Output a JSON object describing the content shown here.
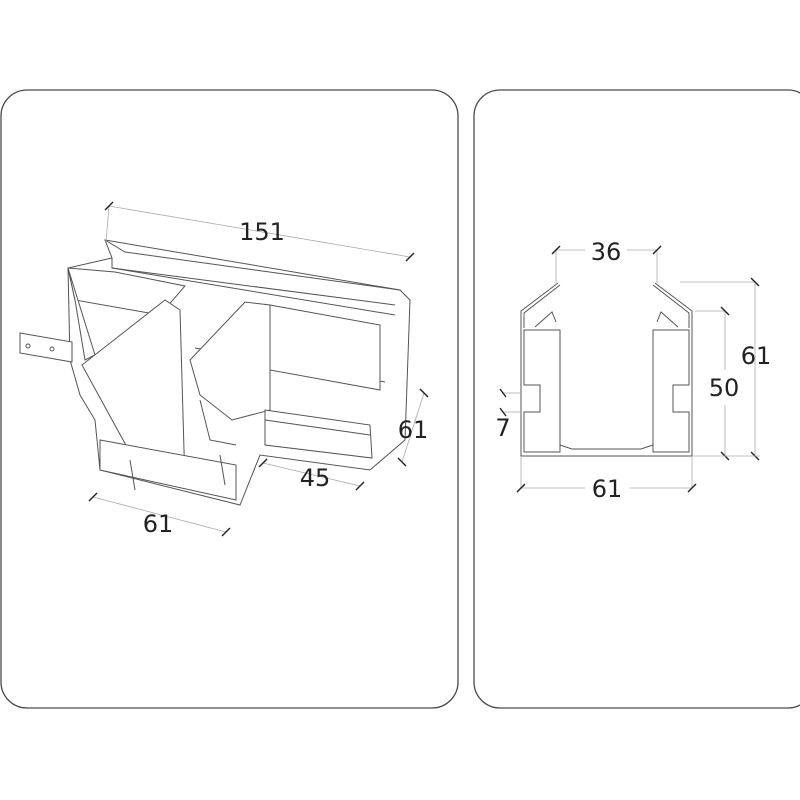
{
  "left_view": {
    "dim_length": "151",
    "dim_height": "61",
    "dim_branch": "45",
    "dim_width": "61"
  },
  "right_view": {
    "dim_opening": "36",
    "dim_total_height": "61",
    "dim_inner_height": "50",
    "dim_slot": "7",
    "dim_width": "61"
  }
}
